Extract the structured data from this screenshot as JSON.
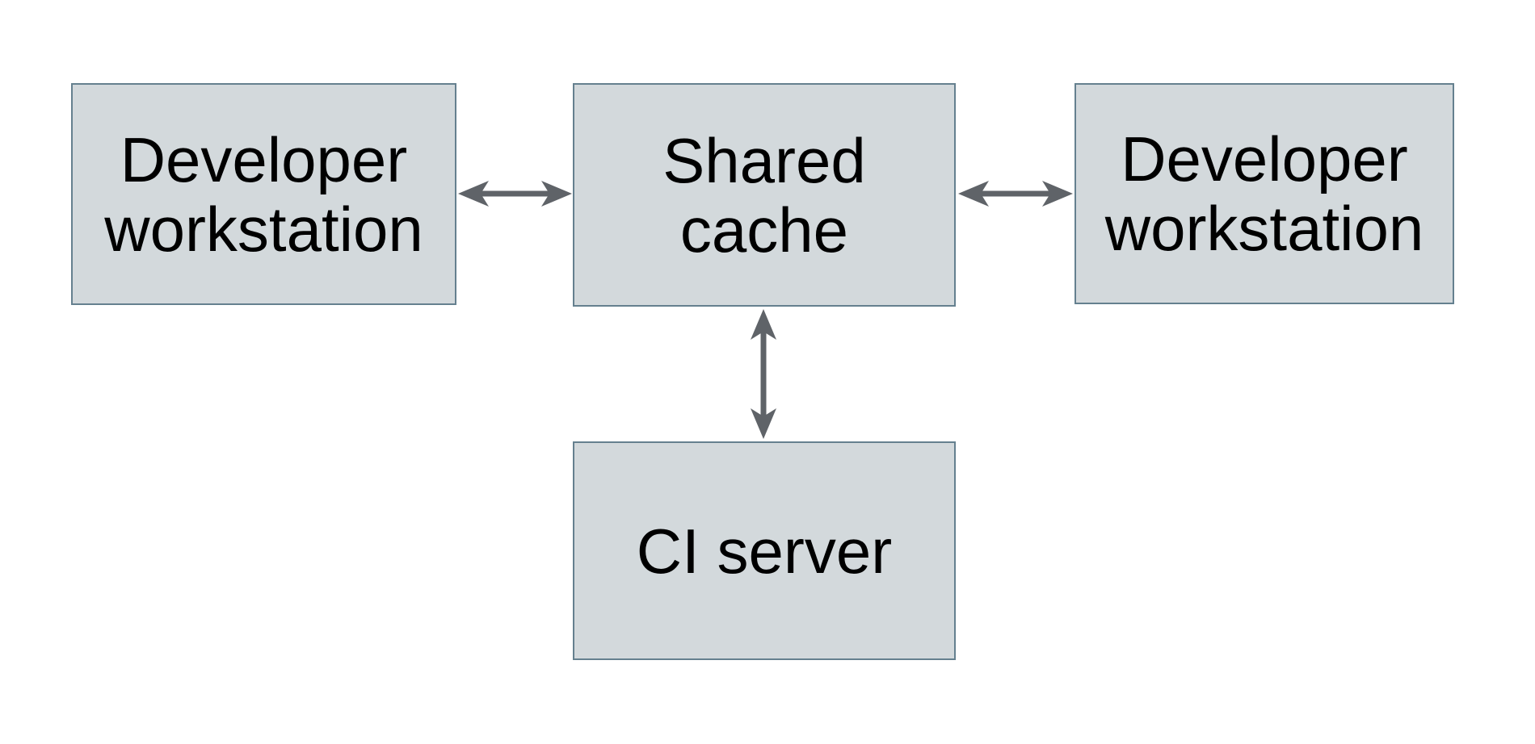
{
  "diagram": {
    "colors": {
      "background": "#ffffff",
      "node_fill": "#d3d9dc",
      "node_border": "#65808f",
      "arrow_color": "#5f6368",
      "text_color": "#000000"
    },
    "nodes": [
      {
        "id": "developer-workstation-left",
        "label": "Developer\nworkstation"
      },
      {
        "id": "shared-cache",
        "label": "Shared\ncache"
      },
      {
        "id": "developer-workstation-right",
        "label": "Developer\nworkstation"
      },
      {
        "id": "ci-server",
        "label": "CI server"
      }
    ],
    "edges": [
      {
        "from": "developer-workstation-left",
        "to": "shared-cache",
        "style": "double-headed-arrow"
      },
      {
        "from": "shared-cache",
        "to": "developer-workstation-right",
        "style": "double-headed-arrow"
      },
      {
        "from": "shared-cache",
        "to": "ci-server",
        "style": "double-headed-arrow"
      }
    ]
  }
}
